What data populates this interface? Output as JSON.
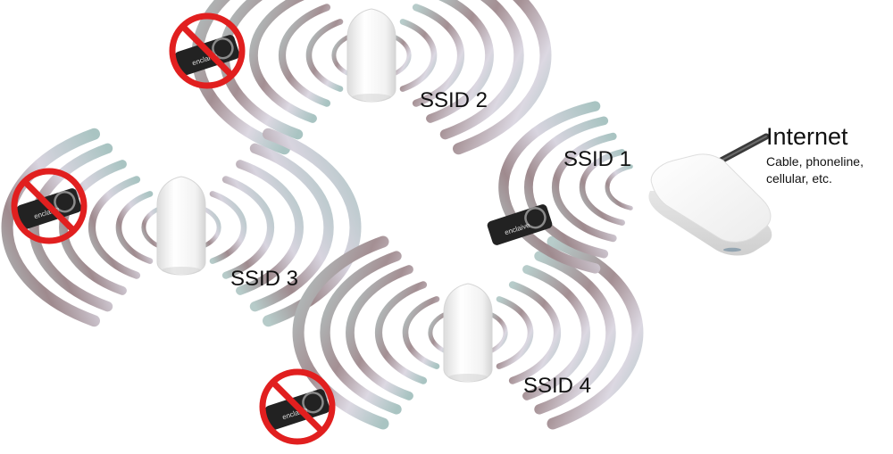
{
  "internet": {
    "title": "Internet",
    "subtitle_line1": "Cable, phoneline,",
    "subtitle_line2": "cellular, etc."
  },
  "networks": [
    {
      "ssid": "SSID 1",
      "device_blocked": false
    },
    {
      "ssid": "SSID 2",
      "device_blocked": true
    },
    {
      "ssid": "SSID 3",
      "device_blocked": true
    },
    {
      "ssid": "SSID 4",
      "device_blocked": true
    }
  ],
  "device": {
    "brand_text": "enclaive"
  },
  "colors": {
    "wave_teal": "#a9c4c2",
    "wave_mauve": "#a08a8e",
    "wave_lilac": "#d6d2de",
    "prohibit_red": "#e11f1f",
    "device_body": "#222222",
    "router_body": "#f4f4f4"
  }
}
